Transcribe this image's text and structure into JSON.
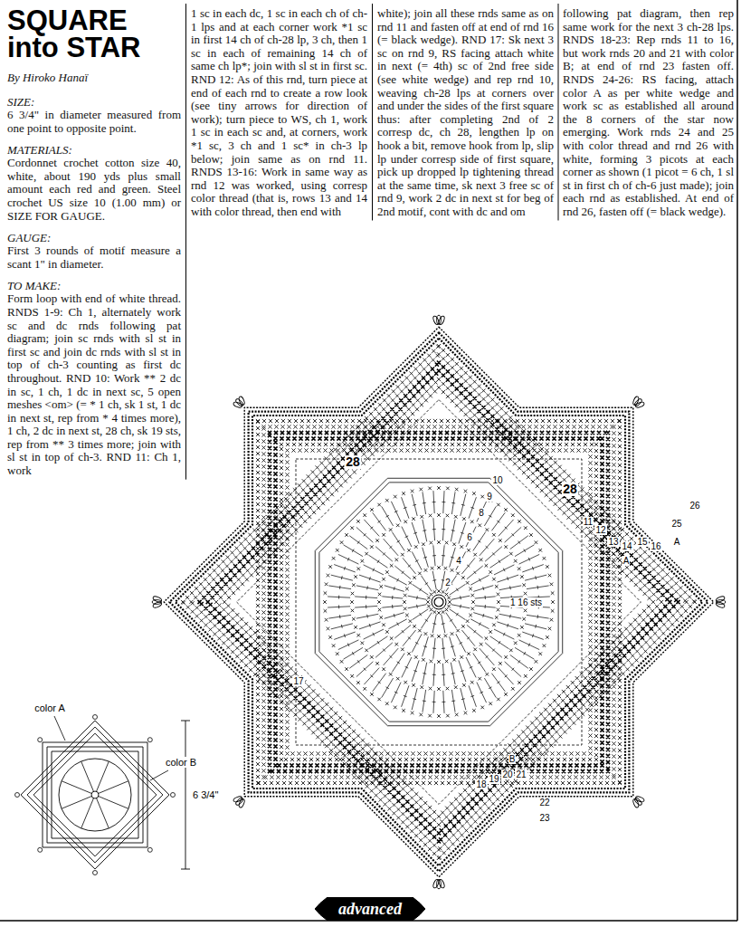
{
  "diagram": {
    "title": "SQUARE into STAR",
    "nodes": [
      {
        "text": [
          "advanced"
        ]
      }
    ],
    "labels": [
      "By Hiroko Hanaï",
      "SIZE:",
      "6 3/4\" in diameter measured from one point to opposite point.",
      "MATERIALS:",
      "Cordonnet crochet cotton size 40, white, about 190 yds plus small amount each red and green. Steel crochet US size 10 (1.00 mm) or SIZE FOR GAUGE.",
      "GAUGE:",
      "First 3 rounds of motif measure a scant 1\" in diameter.",
      "TO MAKE:",
      "Form loop with end of white thread. RNDS 1-9: Ch 1, alternately work sc and dc rnds following pat diagram; join sc rnds with sl st in first sc and join dc rnds with sl st in top of ch-3 counting as first dc throughout. RND 10: Work ** 2 dc in sc, 1 ch, 1 dc in next sc, 5 open meshes <om> (= * 1 ch, sk 1 st, 1 dc in next st, rep from * 4 times more), 1 ch, 2 dc in next st, 28 ch, sk 19 sts, rep from ** 3 times more; join with sl st in top of ch-3. RND 11: Ch 1, work",
      "1 sc in each dc, 1 sc in each ch of ch-1 lps and at each corner work *1 sc in first 14 ch of ch-28 lp, 3 ch, then 1 sc in each of remaining 14 ch of same ch lp*; join with sl st in first sc. RND 12: As of this rnd, turn piece at end of each rnd to create a row look (see tiny arrows for direction of work); turn piece to WS, ch 1, work 1 sc in each sc and, at corners, work *1 sc, 3 ch and 1 sc* in ch-3 lp below; join same as on rnd 11. RNDS 13-16: Work in same way as rnd 12 was worked, using corresp color thread (that is, rows 13 and 14 with color thread, then end with",
      "white); join all these rnds same as on rnd 11 and fasten off at end of rnd 16 (= black wedge). RND 17: Sk next 3 sc on rnd 9, RS facing attach white in next (= 4th) sc of 2nd free side (see white wedge) and rep rnd 10, weaving ch-28 lps at corners over and under the sides of the first square thus: after completing 2nd of 2 corresp dc, ch 28, lengthen lp on hook a bit, remove hook from lp, slip lp under corresp side of first square, pick up dropped lp tightening thread at the same time, sk next 3 free sc of rnd 9, work 2 dc in next st for beg of 2nd motif, cont with dc and om",
      "following pat diagram, then rep same work for the next 3 ch-28 lps. RNDS 18-23: Rep rnds 11 to 16, but work rnds 20 and 21 with color B; at end of rnd 23 fasten off. RNDS 24-26: RS facing, attach color A as per white wedge and work sc as established all around the 8 corners of the star now emerging. Work rnds 24 and 25 with color thread and rnd 26 with white, forming 3 picots at each corner as shown (1 picot = 6 ch, 1 sl st in first ch of ch-6 just made); join each rnd as established. At end of rnd 26, fasten off (= black wedge).",
      "28",
      "28",
      "10",
      "9",
      "8",
      "6",
      "4",
      "2",
      "1 16 sts",
      "11",
      "12",
      "13",
      "14",
      "15",
      "16",
      "A",
      "26",
      "25",
      "A",
      "17",
      "18",
      "19",
      "20",
      "21",
      "B",
      "22",
      "23",
      "color A",
      "color B",
      "6 3/4\""
    ]
  }
}
